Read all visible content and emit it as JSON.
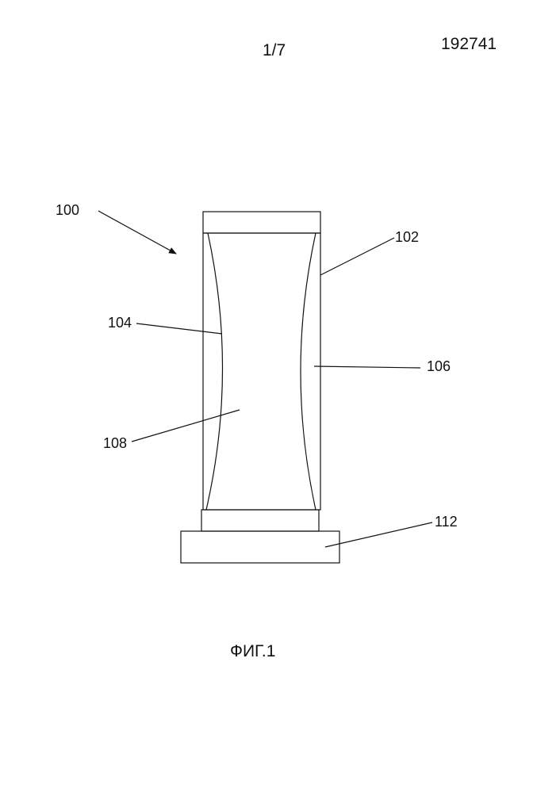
{
  "header": {
    "page_number": "1/7",
    "document_number": "192741"
  },
  "figure": {
    "caption": "ФИГ.1",
    "labels": {
      "assembly": "100",
      "outer_housing": "102",
      "left_insert": "104",
      "right_insert": "106",
      "inner_cavity": "108",
      "base": "112"
    }
  }
}
